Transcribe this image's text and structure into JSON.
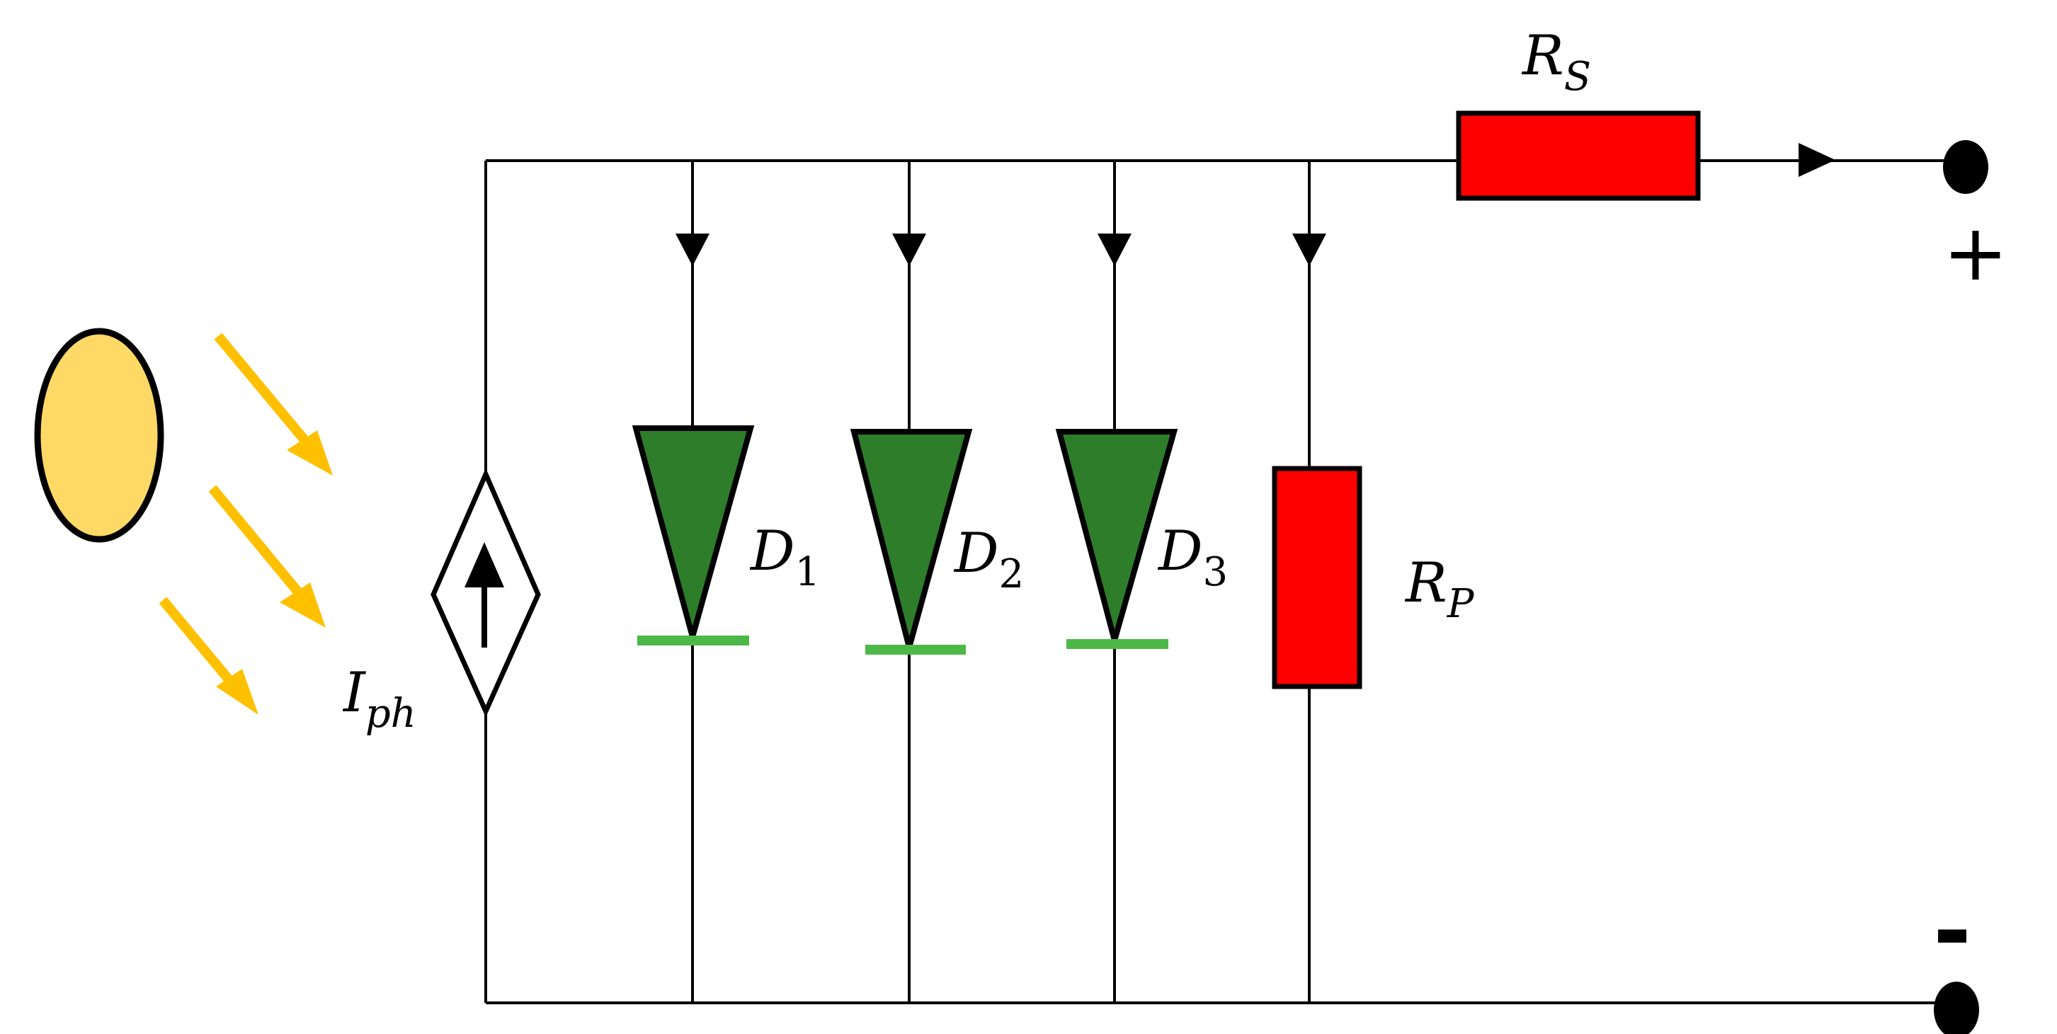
{
  "labels": {
    "iph": {
      "main": "I",
      "sub": "ph"
    },
    "d1": {
      "main": "D",
      "sub": "1"
    },
    "d2": {
      "main": "D",
      "sub": "2"
    },
    "d3": {
      "main": "D",
      "sub": "3"
    },
    "rs": {
      "main": "R",
      "sub": "S"
    },
    "rp": {
      "main": "R",
      "sub": "P"
    },
    "plus": "+",
    "minus": "-"
  },
  "colors": {
    "sun_fill": "#FFD966",
    "ray": "#FFC000",
    "diode_fill": "#2E7D2B",
    "diode_bar": "#4DB848",
    "resistor_fill": "#FF0000",
    "wire": "#000000"
  }
}
